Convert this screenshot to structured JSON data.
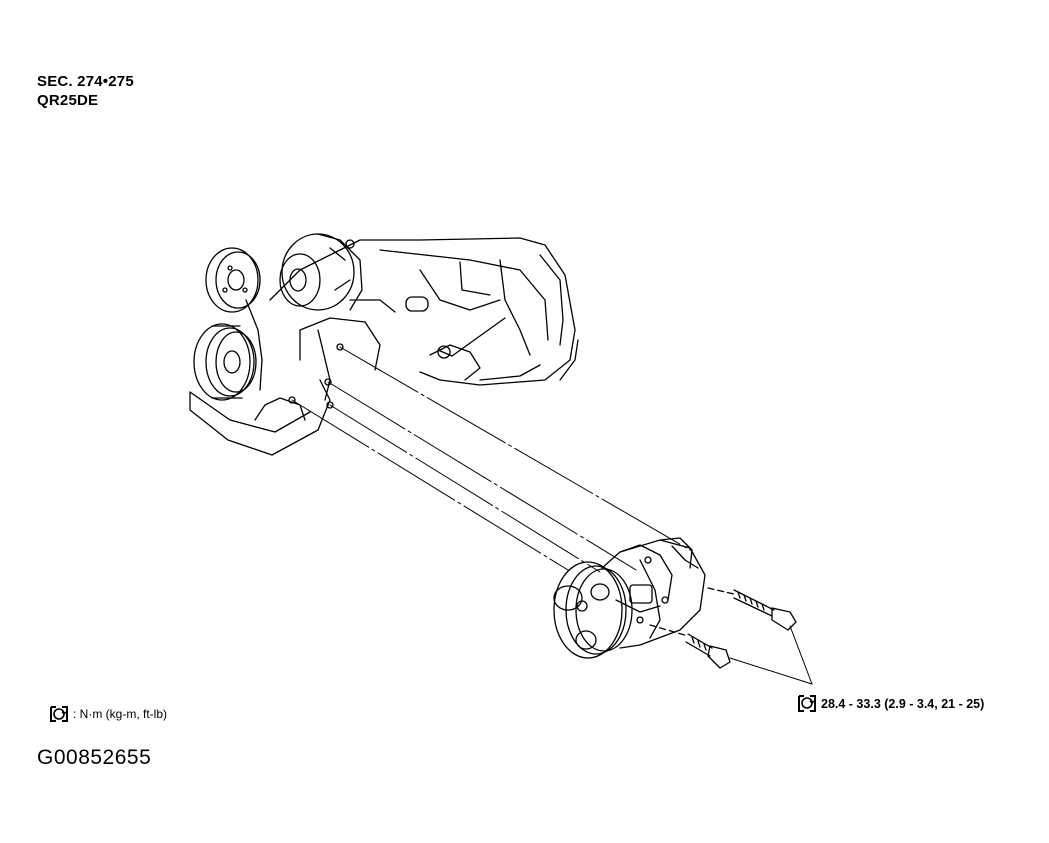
{
  "header": {
    "section": "SEC. 274•275",
    "engine": "QR25DE"
  },
  "legend": {
    "units": ": N·m (kg-m, ft-lb)"
  },
  "torque": {
    "spec": "28.4 - 33.3 (2.9 - 3.4, 21 - 25)"
  },
  "figure": {
    "id": "G00852655"
  },
  "icons": {
    "torque": "torque-wrench-icon"
  },
  "colors": {
    "ink": "#000000",
    "paper": "#ffffff"
  }
}
